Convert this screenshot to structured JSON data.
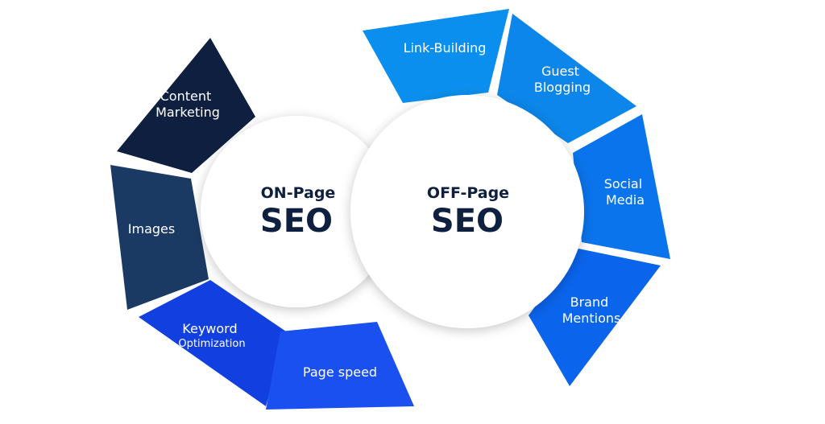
{
  "on_page": {
    "subtitle": "ON-Page",
    "title": "SEO",
    "segments": [
      {
        "id": "content-marketing",
        "lines": [
          "Content",
          "Marketing"
        ],
        "color": "#0e1f3f"
      },
      {
        "id": "images",
        "lines": [
          "Images"
        ],
        "color": "#1b3a63"
      },
      {
        "id": "keyword-optimization",
        "lines": [
          "Keyword",
          "Optimization"
        ],
        "color": "#1240e0"
      },
      {
        "id": "page-speed",
        "lines": [
          "Page speed"
        ],
        "color": "#1a4ff0"
      }
    ]
  },
  "off_page": {
    "subtitle": "OFF-Page",
    "title": "SEO",
    "segments": [
      {
        "id": "link-building",
        "lines": [
          "Link-Building"
        ],
        "color": "#0b8fee"
      },
      {
        "id": "guest-blogging",
        "lines": [
          "Guest",
          "Blogging"
        ],
        "color": "#0c86ea"
      },
      {
        "id": "social-media",
        "lines": [
          "Social",
          "Media"
        ],
        "color": "#0a74ec"
      },
      {
        "id": "brand-mentions",
        "lines": [
          "Brand",
          "Mentions"
        ],
        "color": "#0a64ec"
      }
    ]
  }
}
